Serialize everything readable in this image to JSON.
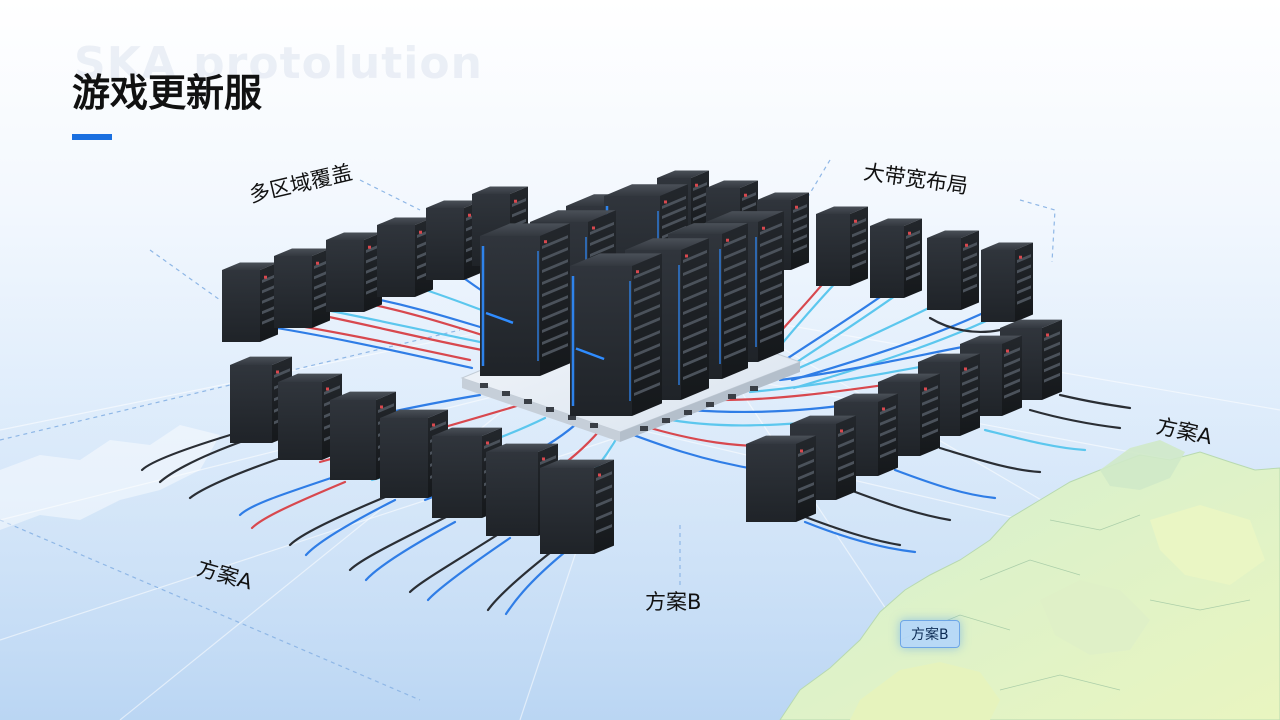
{
  "watermark": "SKA protolution",
  "title": "游戏更新服",
  "labels": {
    "multi_region": "多区域覆盖",
    "bandwidth_layout": "大带宽布局",
    "plan_a_right": "方案A",
    "plan_a_left": "方案A",
    "plan_b_bottom": "方案B",
    "plan_b_badge": "方案B"
  },
  "colors": {
    "accent": "#1a6fe0",
    "server_body": "#2a2e34",
    "server_glow": "#2f8cff",
    "cable_blue": "#2f7de6",
    "cable_red": "#d8484e",
    "cable_cyan": "#5cc7ee",
    "map_land": "#d9f0c6"
  }
}
